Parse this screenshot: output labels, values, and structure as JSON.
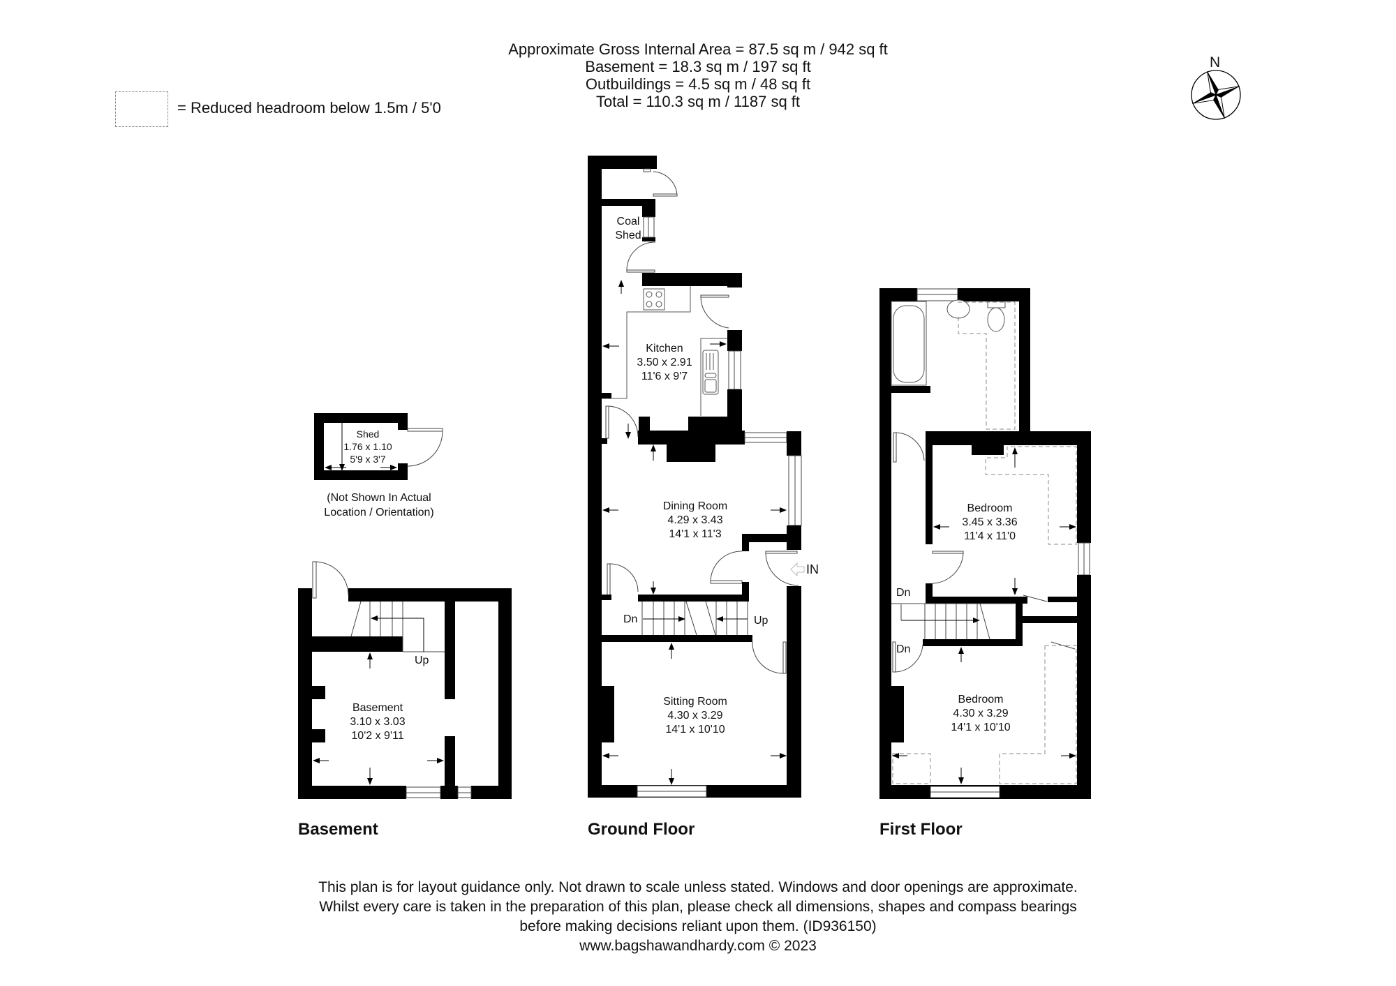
{
  "header": {
    "lines": [
      "Approximate Gross Internal Area = 87.5 sq m / 942 sq ft",
      "Basement = 18.3 sq m / 197 sq ft",
      "Outbuildings = 4.5 sq m / 48 sq ft",
      "Total = 110.3 sq m / 1187 sq ft"
    ]
  },
  "legend": {
    "text": "= Reduced headroom below 1.5m / 5'0"
  },
  "compass": {
    "label": "N"
  },
  "outbuilding": {
    "name": "Shed",
    "metric": "1.76 x 1.10",
    "imperial": "5'9 x 3'7",
    "note_line1": "(Not Shown In Actual",
    "note_line2": "Location / Orientation)"
  },
  "floors": {
    "basement": {
      "title": "Basement",
      "rooms": [
        {
          "name": "Basement",
          "metric": "3.10 x 3.03",
          "imperial": "10'2 x 9'11"
        }
      ],
      "stair_label": "Up"
    },
    "ground": {
      "title": "Ground Floor",
      "rooms": [
        {
          "name": "Coal",
          "name2": "Shed"
        },
        {
          "name": "Kitchen",
          "metric": "3.50 x 2.91",
          "imperial": "11'6 x 9'7"
        },
        {
          "name": "Dining Room",
          "metric": "4.29 x 3.43",
          "imperial": "14'1 x 11'3"
        },
        {
          "name": "Sitting Room",
          "metric": "4.30 x 3.29",
          "imperial": "14'1 x 10'10"
        }
      ],
      "stair_down": "Dn",
      "stair_up": "Up",
      "entrance": "IN"
    },
    "first": {
      "title": "First Floor",
      "rooms": [
        {
          "name": "Bedroom",
          "metric": "3.45 x 3.36",
          "imperial": "11'4 x 11'0"
        },
        {
          "name": "Bedroom",
          "metric": "4.30 x 3.29",
          "imperial": "14'1 x 10'10"
        }
      ],
      "stair_down_1": "Dn",
      "stair_down_2": "Dn"
    }
  },
  "footer": {
    "lines": [
      "This plan is for layout guidance only. Not drawn to scale unless stated. Windows and door openings are approximate.",
      "Whilst every care is taken in the preparation of this plan, please check all dimensions, shapes and compass bearings",
      "before making decisions reliant upon them. (ID936150)"
    ],
    "website": "www.bagshawandhardy.com",
    "copyright": "© 2023"
  },
  "colors": {
    "wall": "#000000",
    "background": "#ffffff",
    "dashed": "#888888",
    "fixture": "#444444"
  }
}
